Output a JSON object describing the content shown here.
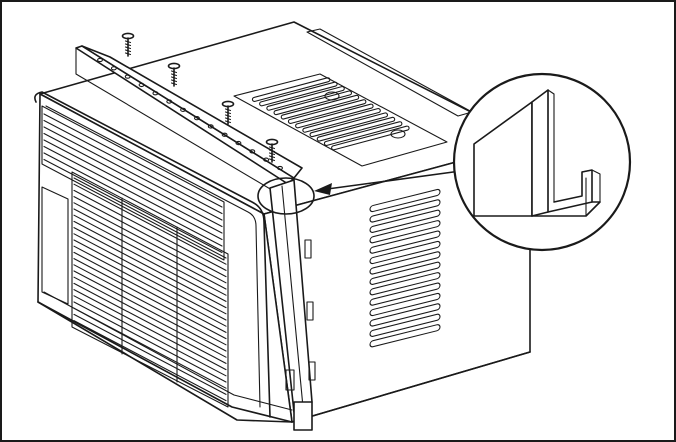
{
  "figure": {
    "description_shown": "",
    "colors": {
      "line": "#1a1a1a",
      "background": "#ffffff",
      "border": "#1a1a1a"
    },
    "icons": [
      "air-conditioner-unit",
      "top-rail",
      "screw",
      "side-curtain-frame",
      "magnifier-circle",
      "channel-profile",
      "pointer-arrow"
    ]
  }
}
